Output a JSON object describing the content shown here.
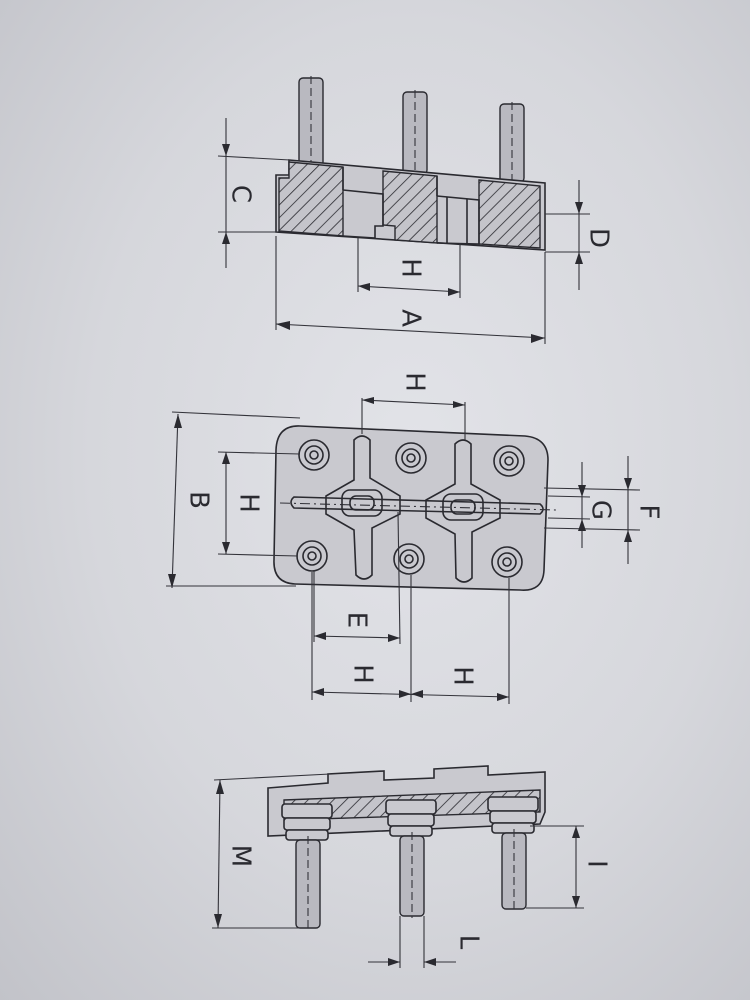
{
  "labels": {
    "A": "A",
    "B": "B",
    "C": "C",
    "D": "D",
    "E": "E",
    "F": "F",
    "G": "G",
    "H": "H",
    "I": "I",
    "L": "L",
    "M": "M"
  }
}
